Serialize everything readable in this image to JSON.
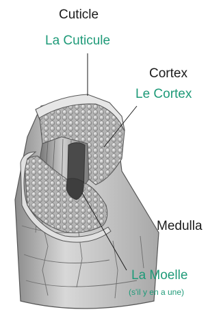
{
  "labels": {
    "cuticle": {
      "en": "Cuticle",
      "fr": "La Cuticule"
    },
    "cortex": {
      "en": "Cortex",
      "fr": "Le Cortex"
    },
    "medulla": {
      "en": "Medulla",
      "fr": "La Moelle",
      "note": "(s'il y en a une)"
    }
  },
  "colors": {
    "english_text": "#1a1a1a",
    "french_text": "#1e9a78",
    "sketch_line": "#555555"
  }
}
